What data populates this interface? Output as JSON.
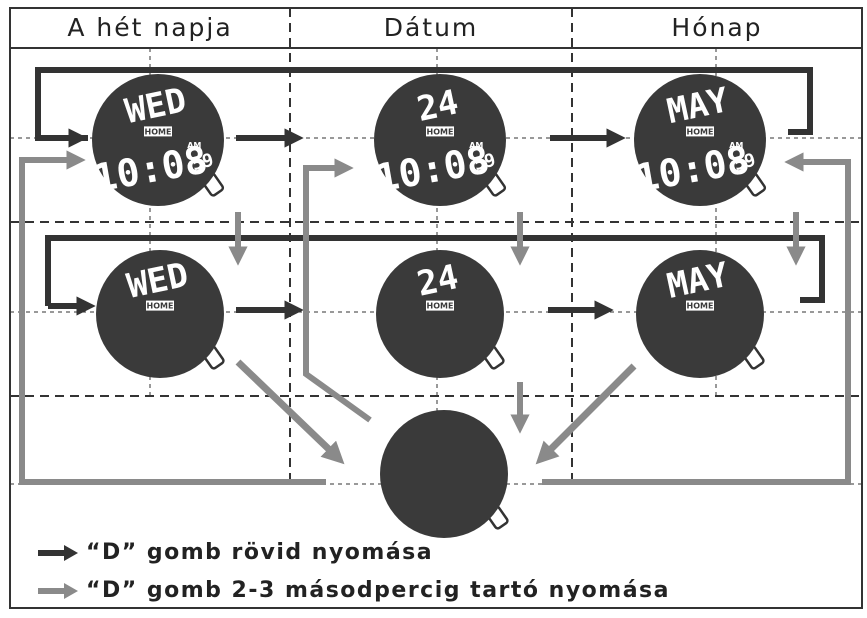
{
  "headers": [
    "A hét napja",
    "Dátum",
    "Hónap"
  ],
  "watches": {
    "top": [
      {
        "label": "WED",
        "badge": "HOME",
        "ampm": "AM",
        "time": "10:08",
        "sec": "59"
      },
      {
        "label": "24",
        "badge": "HOME",
        "ampm": "AM",
        "time": "10:08",
        "sec": "59"
      },
      {
        "label": "MAY",
        "badge": "HOME",
        "ampm": "AM",
        "time": "10:08",
        "sec": "59"
      }
    ],
    "middle": [
      {
        "label": "WED",
        "badge": "HOME"
      },
      {
        "label": "24",
        "badge": "HOME"
      },
      {
        "label": "MAY",
        "badge": "HOME"
      }
    ]
  },
  "legend": {
    "short": "“D” gomb rövid nyomása",
    "long": "“D” gomb 2-3 másodpercig tartó nyomása"
  },
  "colors": {
    "dark_arrow": "#333333",
    "light_arrow": "#8a8a8a",
    "watch": "#3a3a3a"
  }
}
